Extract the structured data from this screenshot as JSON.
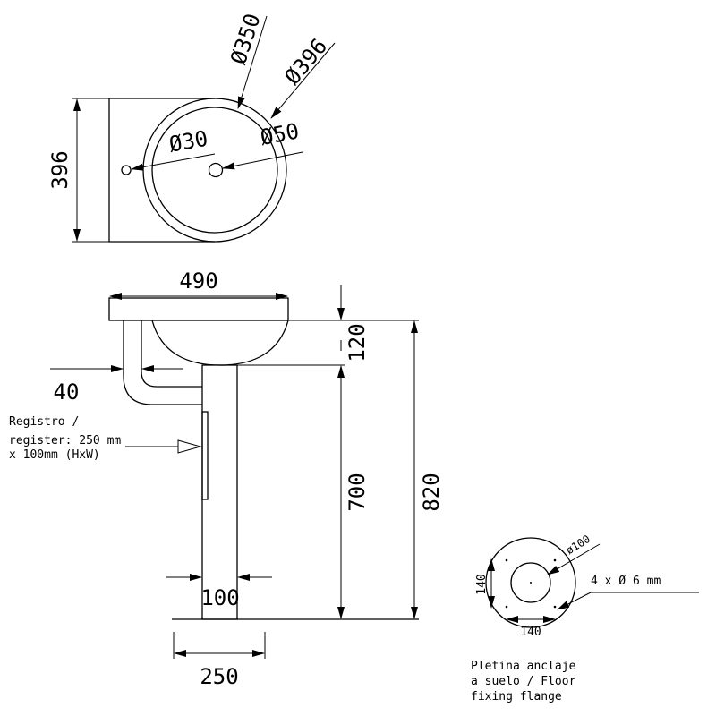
{
  "top_view": {
    "dim_height": "396",
    "dim_d350": "Ø350",
    "dim_d396": "Ø396",
    "dim_d30": "Ø30",
    "dim_d50": "Ø50"
  },
  "side_view": {
    "dim_width": "490",
    "dim_120": "120",
    "dim_700": "700",
    "dim_820": "820",
    "dim_40": "40",
    "dim_100": "100",
    "dim_250": "250",
    "register_note": [
      "Registro /",
      "register: 250 mm",
      "x 100mm (HxW)"
    ]
  },
  "flange": {
    "dim_d100": "ø100",
    "dim_140_v": "140",
    "dim_140_h": "140",
    "holes": "4 x Ø 6 mm",
    "caption": [
      "Pletina anclaje",
      "a suelo / Floor",
      "fixing flange"
    ]
  }
}
